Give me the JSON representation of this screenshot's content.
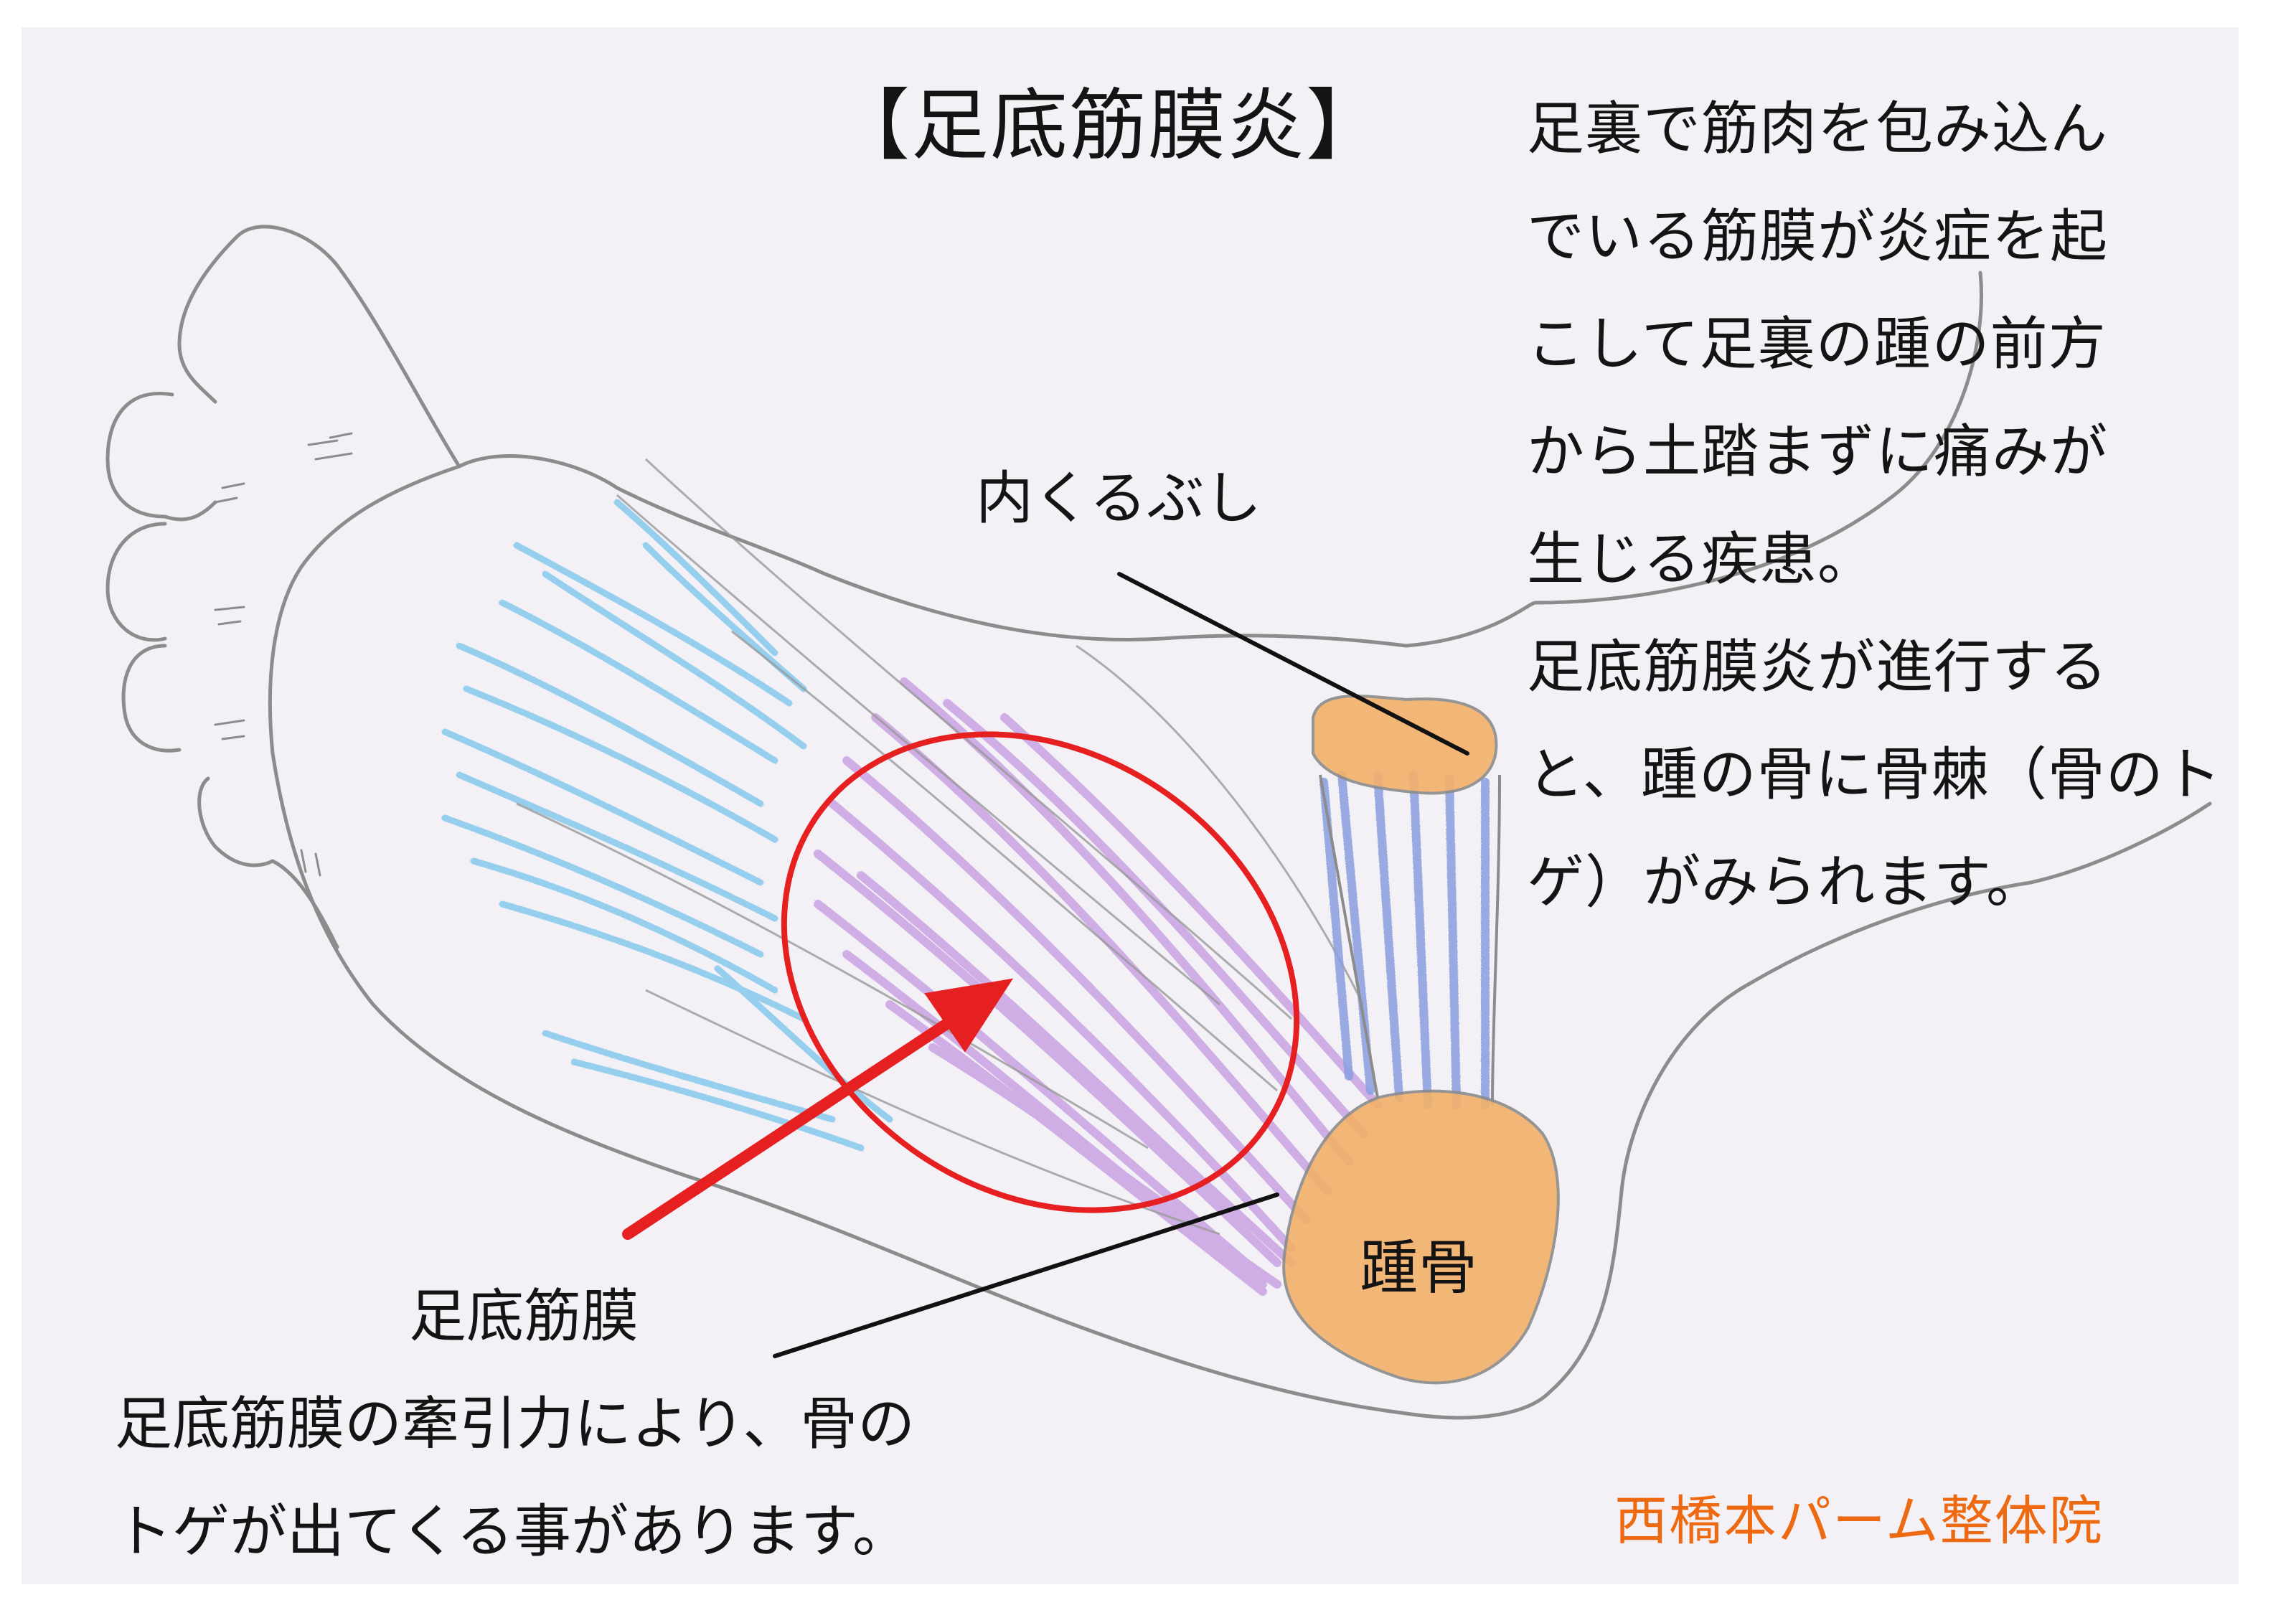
{
  "title": "【足底筋膜炎】",
  "description": [
    "足裏で筋肉を包み込ん",
    "でいる筋膜が炎症を起",
    "こして足裏の踵の前方",
    "から土踏まずに痛みが",
    "生じる疾患。",
    "足底筋膜炎が進行する",
    "と、踵の骨に骨棘（骨のト",
    "ゲ）がみられます。"
  ],
  "labels": {
    "medial_malleolus": "内くるぶし",
    "calcaneus": "踵骨",
    "plantar_fascia": "足底筋膜"
  },
  "note": [
    "足底筋膜の牽引力により、骨の",
    "トゲが出てくる事があります。"
  ],
  "clinic_name": "西橋本パーム整体院",
  "colors": {
    "outline": "#8c8c8c",
    "plantar_fascia": "#c59ee0",
    "muscle_fibers": "#7fc6ec",
    "bone": "#f2b06a",
    "ligament": "#8a9ee0",
    "highlight": "#e62020",
    "clinic_text": "#ee6a12",
    "pointer_line": "#111111"
  }
}
